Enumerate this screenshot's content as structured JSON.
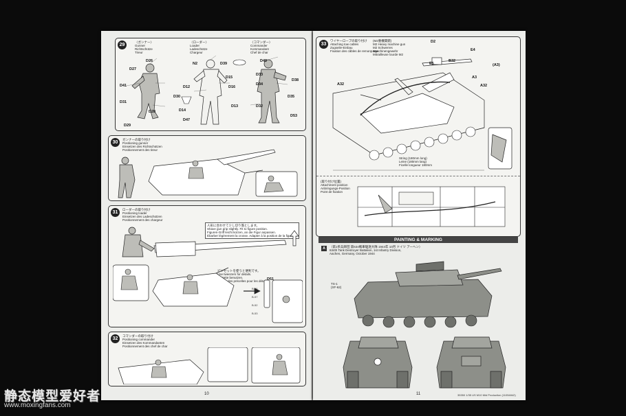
{
  "left": {
    "page_number": "10",
    "step29": {
      "number": "29",
      "gunner": [
        "〈ガンナー〉",
        "Gunner",
        "Richtschütze",
        "Tireur"
      ],
      "loader": [
        "〈ローダー〉",
        "Loader",
        "Ladeschütze",
        "Chargeur"
      ],
      "commander": [
        "〈コマンダー〉",
        "Commander",
        "Kommandant",
        "Chef de char"
      ],
      "parts": [
        "D26",
        "D27",
        "D41",
        "D31",
        "D28",
        "D29",
        "N2",
        "D39",
        "D15",
        "D12",
        "D16",
        "D30",
        "D14",
        "D13",
        "D47",
        "D40",
        "D33",
        "D34",
        "D38",
        "D35",
        "D32",
        "D53"
      ]
    },
    "step30": {
      "number": "30",
      "caption": [
        "ガンナーの取り付け",
        "Positioning gunner",
        "Einsetzen des Richtschützen",
        "Positionnement des tireur"
      ]
    },
    "step31": {
      "number": "31",
      "caption": [
        "ローダーの取り付け",
        "Positioning loader",
        "Einsetzen des Ladeschützen",
        "Positionnement des chargeur"
      ],
      "note": [
        "人形に合わせて少し切り落とします。",
        "Shave gun grip slightly. Fit to figure position.",
        "Figuren-Griff leicht kürzen, an die Figur anpassen.",
        "Ébarber légèrement la crosse. Adapter à la position de la figurine."
      ],
      "tweezers": [
        "ピンセットを使うと便利です。",
        "Use tweezers for details.",
        "Pinzette benutzen.",
        "Utiliser des précelles pour les détails."
      ],
      "parts": [
        "D51",
        "B-56",
        "B-57",
        "B-52",
        "B-53"
      ]
    },
    "step32": {
      "number": "32",
      "caption": [
        "コマンダーの取り付け",
        "Positioning commander",
        "Einsetzen des Kommandanten",
        "Positionnement des chef de char"
      ]
    }
  },
  "right": {
    "page_number": "11",
    "footer": "35350 1/35 US M10 Mid Production (11054842)",
    "step33": {
      "number": "33",
      "tow_caption": [
        "ワイヤーロープの取り付け",
        "Attaching tow cables",
        "Zugseile-Einbau",
        "Fixation des câbles de remorquage"
      ],
      "mg_caption": [
        "(M2重機関銃)",
        "M2 Heavy machine gun",
        "M2 Schwerres",
        "Maschinengewehr",
        "Mitrailleuse lourde M2"
      ],
      "parts": [
        "D2",
        "E4",
        "E5",
        "B32",
        "A32",
        "A3",
        "A32",
        "(A3)"
      ],
      "string": [
        "String (180mm long)",
        "Leine (180mm lang)",
        "Ficelle longueur 180mm"
      ]
    },
    "attachment": {
      "caption": [
        "(取り付け位置)",
        "Attachment position",
        "Anbringungs-Position",
        "Point de fixation"
      ]
    },
    "painting": {
      "header": "PAINTING & MARKING",
      "marker": "A",
      "unit": [
        "（第1歩兵師団 第634戦車駆逐大隊 1944年 10月 ドイツ アーヘン）",
        "634th Tank Destroyer Battalion, 1st Infantry Division,",
        "Aachen, Germany, October 1944"
      ],
      "ts": [
        "TS-1",
        "(XF-62)"
      ]
    }
  },
  "watermark": {
    "text": "静态模型爱好者",
    "url": "www.moxingfans.com"
  },
  "colors": {
    "background": "#0b0b0b",
    "paper": "#ecedea",
    "ink": "#222222"
  }
}
